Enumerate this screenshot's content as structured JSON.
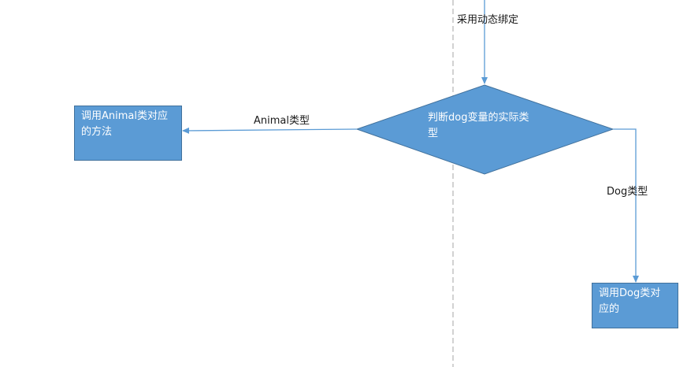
{
  "diagram": {
    "title_label": "采用动态绑定",
    "decision": {
      "text_line1": "判断dog变量的实际类",
      "text_line2": "型"
    },
    "left_edge_label": "Animal类型",
    "right_edge_label": "Dog类型",
    "left_box": {
      "text_line1": "调用Animal类对应",
      "text_line2": "的方法"
    },
    "right_box": {
      "text_line1": "调用Dog类对",
      "text_line2": "应的"
    },
    "colors": {
      "shape_fill": "#5b9bd5",
      "shape_border": "#41719c",
      "connector": "#5b9bd5",
      "divider": "#a6a6a6"
    }
  }
}
